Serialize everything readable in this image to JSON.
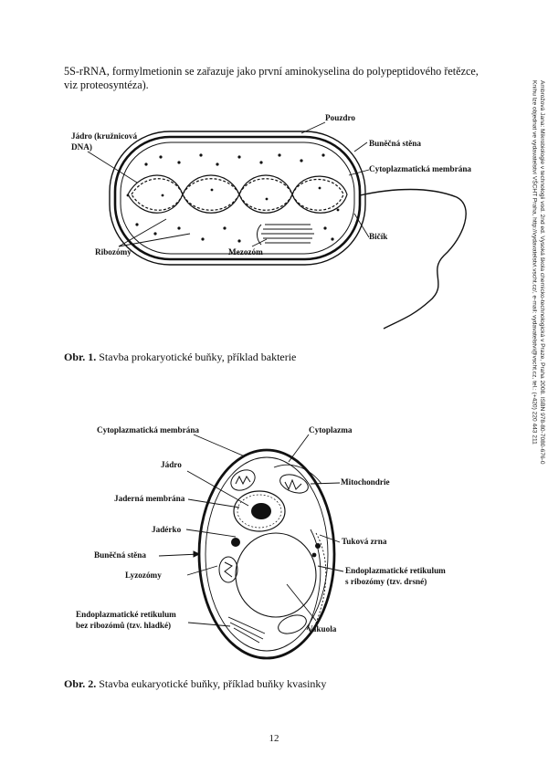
{
  "intro_text": "5S-rRNA, formylmetionin se zařazuje jako první aminokyselina do polypeptidového řetězce, viz proteosyntéza).",
  "figure1": {
    "labels": {
      "pouzdro": "Pouzdro",
      "jadro": "Jádro (kružnicová",
      "jadro2": "DNA)",
      "bunecna_stena": "Buněčná stěna",
      "cytoplazmaticka_membrana": "Cytoplazmatická membrána",
      "bicik": "Bičík",
      "ribozomy": "Ribozómy",
      "mezozom": "Mezozóm"
    },
    "caption_bold": "Obr. 1.",
    "caption_text": " Stavba prokaryotické buňky, příklad bakterie"
  },
  "figure2": {
    "labels": {
      "cytoplazmaticka_membrana": "Cytoplazmatická membrána",
      "cytoplazma": "Cytoplazma",
      "jadro": "Jádro",
      "mitochondrie": "Mitochondrie",
      "jaderna_membrana": "Jaderná membrána",
      "jaderko": "Jadérko",
      "tukova_zrna": "Tuková zrna",
      "bunecna_stena": "Buněčná stěna",
      "lyzozomy": "Lyzozómy",
      "er_drsne": "Endoplazmatické retikulum",
      "er_drsne2": "s ribozómy (tzv. drsné)",
      "er_hladke": "Endoplazmatické retikulum",
      "er_hladke2": "bez ribozómů (tzv. hladké)",
      "vakuola": "Vakuola"
    },
    "caption_bold": "Obr. 2.",
    "caption_text": " Stavba eukaryotické buňky, příklad buňky kvasinky"
  },
  "sidebar_line1": "Ambrožová Jana: Mikrobiologie v technologii vod. 2nd ed. Vysoká škola chemicko-technologická v Praze, Praha 2008. ISBN 978-80-7080-676-0",
  "sidebar_line2": "Knihu lze objednat ve vydavatelství VŠCHT Praha, http://vydavatelstvi.vscht.cz/, e-mail: vydavatelstvi@vscht.cz, tel.: (+420) 220 443 211",
  "page_number": "12"
}
